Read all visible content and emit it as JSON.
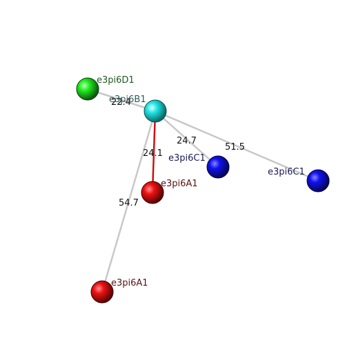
{
  "atoms": [
    {
      "id": "D1",
      "label": "e3pi6D1",
      "color": "green",
      "label_color": "#1f5a1f"
    },
    {
      "id": "B1",
      "label": "e3pi6B1",
      "color": "cyan",
      "label_color": "#2a5a5a"
    },
    {
      "id": "C1a",
      "label": "e3pi6C1",
      "color": "blue",
      "label_color": "#1a1a55"
    },
    {
      "id": "C1b",
      "label": "e3pi6C1",
      "color": "blue",
      "label_color": "#1a1a55"
    },
    {
      "id": "A1a",
      "label": "e3pi6A1",
      "color": "red",
      "label_color": "#5a1010"
    },
    {
      "id": "A1b",
      "label": "e3pi6A1",
      "color": "red",
      "label_color": "#5a1010"
    }
  ],
  "bonds": [
    {
      "from": "B1",
      "to": "D1",
      "distance": "22.4",
      "color": "#c8c8c8"
    },
    {
      "from": "B1",
      "to": "C1a",
      "distance": "24.7",
      "color": "#c8c8c8"
    },
    {
      "from": "B1",
      "to": "C1b",
      "distance": "51.5",
      "color": "#c8c8c8"
    },
    {
      "from": "B1",
      "to": "A1a",
      "distance": "24.1",
      "color": "#cc1010"
    },
    {
      "from": "B1",
      "to": "A1b",
      "distance": "54.7",
      "color": "#c8c8c8"
    }
  ]
}
